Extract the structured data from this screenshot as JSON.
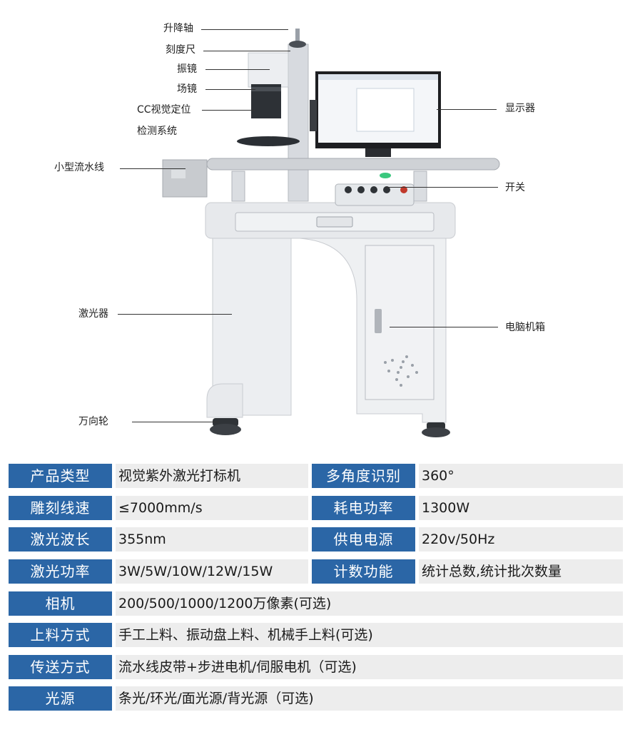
{
  "callouts": {
    "lift_axis": "升降轴",
    "scale_ruler": "刻度尺",
    "galvo": "振镜",
    "field_lens": "场镜",
    "cc_vision": "CC视觉定位",
    "detection_system": "检测系统",
    "mini_conveyor": "小型流水线",
    "laser": "激光器",
    "caster": "万向轮",
    "display": "显示器",
    "switch": "开关",
    "computer_case": "电脑机箱"
  },
  "specs": {
    "row1": {
      "label_a": "产品类型",
      "value_a": "视觉紫外激光打标机",
      "label_b": "多角度识别",
      "value_b": "360°"
    },
    "row2": {
      "label_a": "雕刻线速",
      "value_a": "≤7000mm/s",
      "label_b": "耗电功率",
      "value_b": "1300W"
    },
    "row3": {
      "label_a": "激光波长",
      "value_a": "355nm",
      "label_b": "供电电源",
      "value_b": "220v/50Hz"
    },
    "row4": {
      "label_a": "激光功率",
      "value_a": "3W/5W/10W/12W/15W",
      "label_b": "计数功能",
      "value_b": "统计总数,统计批次数量"
    },
    "row5": {
      "label": "相机",
      "value": "200/500/1000/1200万像素(可选)"
    },
    "row6": {
      "label": "上料方式",
      "value": "手工上料、振动盘上料、机械手上料(可选)"
    },
    "row7": {
      "label": "传送方式",
      "value": "流水线皮带+步进电机/伺服电机（可选)"
    },
    "row8": {
      "label": "光源",
      "value": "条光/环光/面光源/背光源（可选)"
    }
  },
  "colors": {
    "label_bg": "#2b66a6",
    "value_bg": "#ededed"
  }
}
